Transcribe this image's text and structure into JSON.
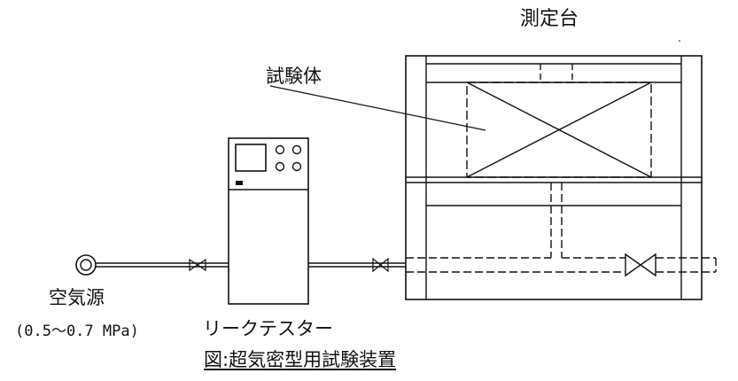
{
  "labels": {
    "measuring_stand": "測定台",
    "test_specimen": "試験体",
    "air_source": "空気源",
    "air_pressure": "(0.5～0.7 MPa)",
    "leak_tester": "リークテスター",
    "figure_caption": "図:超気密型用試験装置"
  },
  "colors": {
    "line": "#111111",
    "background": "#ffffff"
  },
  "icons": {
    "gauge": "air-source-icon",
    "valve": "valve-icon"
  }
}
